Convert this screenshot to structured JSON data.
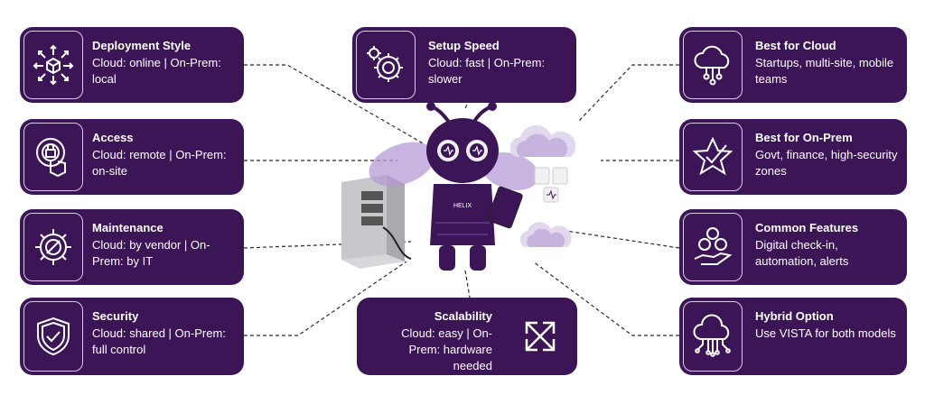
{
  "cards": {
    "deployment": {
      "title": "Deployment Style",
      "desc": "Cloud: online | On-Prem: local",
      "icon": "box-network-icon"
    },
    "access": {
      "title": "Access",
      "desc": "Cloud: remote | On-Prem: on-site",
      "icon": "touch-lock-icon"
    },
    "maintenance": {
      "title": "Maintenance",
      "desc": "Cloud: by vendor | On-Prem: by IT",
      "icon": "gear-wrench-icon"
    },
    "security": {
      "title": "Security",
      "desc": "Cloud: shared | On-Prem: full control",
      "icon": "shield-check-icon"
    },
    "setup": {
      "title": "Setup Speed",
      "desc": "Cloud: fast | On-Prem: slower",
      "icon": "gears-icon"
    },
    "scalability": {
      "title": "Scalability",
      "desc": "Cloud: easy | On-Prem: hardware needed",
      "icon": "expand-arrows-icon"
    },
    "best_cloud": {
      "title": "Best for Cloud",
      "desc": "Startups, multi-site, mobile teams",
      "icon": "cloud-network-icon"
    },
    "best_onprem": {
      "title": "Best for On-Prem",
      "desc": "Govt, finance, high-security zones",
      "icon": "star-check-icon"
    },
    "common": {
      "title": "Common Features",
      "desc": "Digital check-in, automation, alerts",
      "icon": "hand-stars-icon"
    },
    "hybrid": {
      "title": "Hybrid Option",
      "desc": "Use VISTA for both models",
      "icon": "cloud-circuit-icon"
    }
  },
  "mascot": {
    "badge": "HELIX"
  },
  "colors": {
    "card": "#3b1556",
    "accent": "#8e6bb0",
    "line": "#2a2a2a"
  }
}
